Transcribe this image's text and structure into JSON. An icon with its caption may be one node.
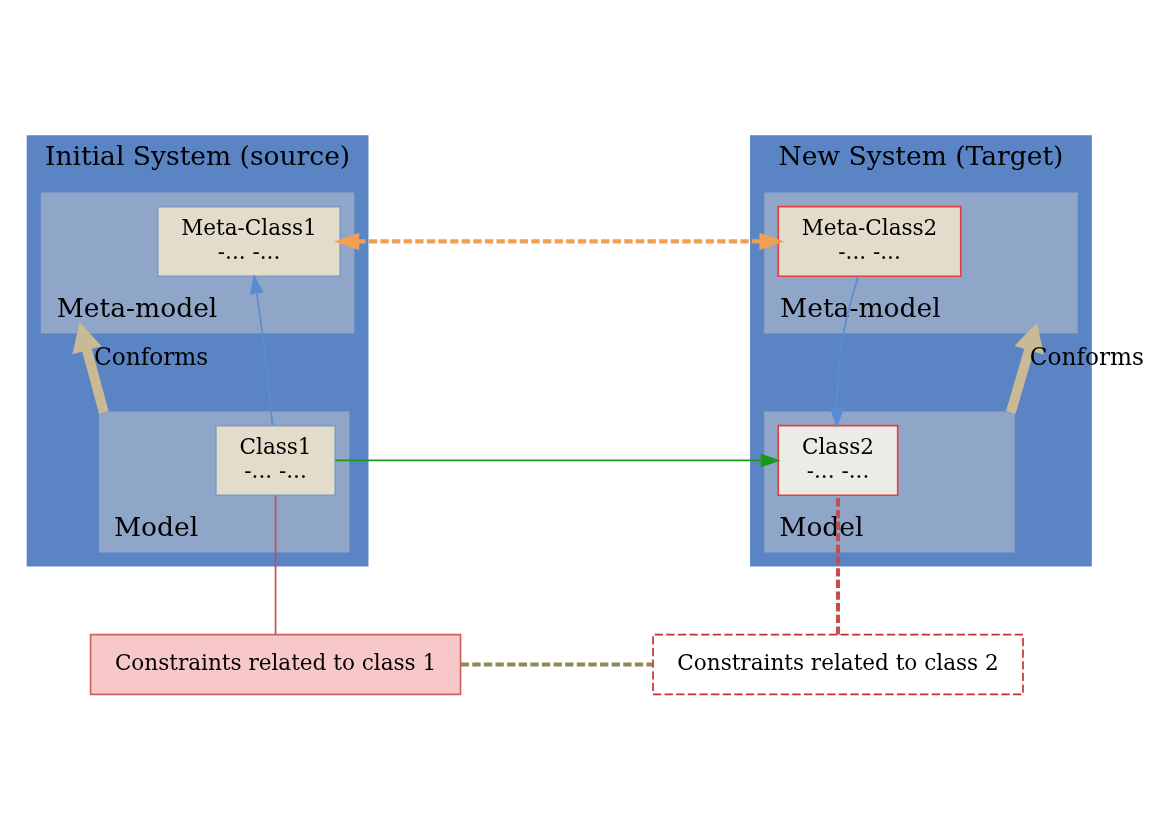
{
  "diagram": {
    "nodes": [
      {
        "text": [
          "Initial System (source)"
        ]
      },
      {
        "text": [
          "Meta-model"
        ],
        "in": 0
      },
      {
        "text": [
          "Meta-Class1",
          "-... -..."
        ],
        "in": 1
      },
      {
        "text": [
          "Model"
        ],
        "in": 0
      },
      {
        "text": [
          "Class1",
          "-... -..."
        ],
        "in": 3
      },
      {
        "text": [
          "New System (Target)"
        ]
      },
      {
        "text": [
          "Meta-model"
        ],
        "in": 5
      },
      {
        "text": [
          "Meta-Class2",
          "-... -..."
        ],
        "in": 6
      },
      {
        "text": [
          "Model"
        ],
        "in": 5
      },
      {
        "text": [
          "Class2",
          "-... -..."
        ],
        "in": 8
      },
      {
        "text": [
          "Constraints related to class 1"
        ]
      },
      {
        "text": [
          "Constraints related to class 2"
        ]
      }
    ],
    "edges": [
      {
        "from": 3,
        "to": 1,
        "arrow": "to",
        "label": "Conforms",
        "style": "thick",
        "color": "#c9b994"
      },
      {
        "from": 4,
        "to": 2,
        "arrow": "to",
        "color": "#5b8bd0"
      },
      {
        "from": 8,
        "to": 6,
        "arrow": "to",
        "label": "Conforms",
        "style": "thick",
        "color": "#c9b994"
      },
      {
        "from": 7,
        "to": 9,
        "arrow": "to",
        "color": "#5b8bd0"
      },
      {
        "from": 2,
        "to": 7,
        "arrow": "both",
        "style": "dashed",
        "color": "#f0a050"
      },
      {
        "from": 4,
        "to": 9,
        "arrow": "to",
        "color": "#1a9a1a"
      },
      {
        "from": 10,
        "to": 4,
        "arrow": "none",
        "color": "#c05050"
      },
      {
        "from": 11,
        "to": 9,
        "arrow": "none",
        "style": "dashed",
        "color": "#c05050"
      },
      {
        "from": 10,
        "to": 11,
        "arrow": "none",
        "style": "dashed",
        "color": "#8f8a55"
      }
    ]
  }
}
